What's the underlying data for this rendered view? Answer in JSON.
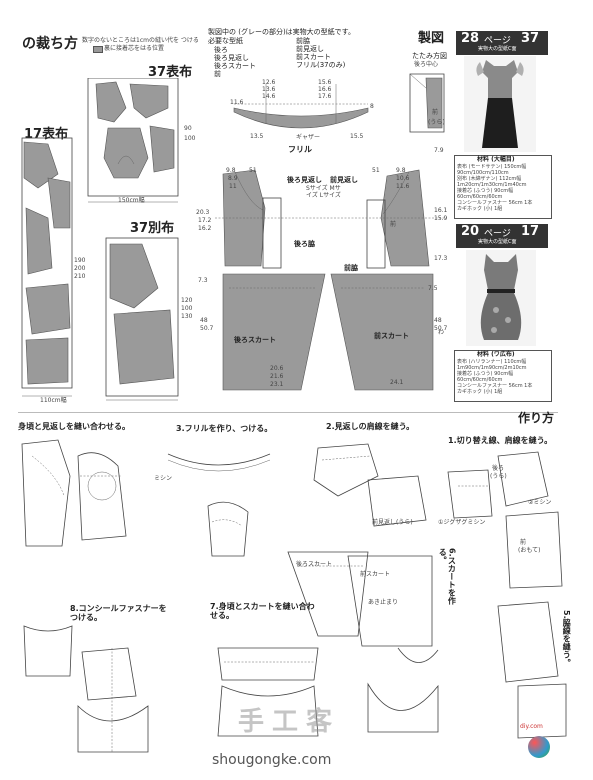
{
  "cutting": {
    "title": "の裁ち方",
    "note": "数字のないところは1cmの縫い代を つける",
    "note2": "裏に接着芯をはる位置",
    "l37omote": "37表布",
    "l17omote": "17表布",
    "l37betsu": "37別布",
    "w150": "150cm幅",
    "w110": "110cm幅",
    "dims_a": [
      "90",
      "100"
    ],
    "dims_b": [
      "190",
      "200",
      "210"
    ],
    "dims_c": [
      "120",
      "100",
      "130"
    ]
  },
  "pattern_header": {
    "note": "製図中の    (グレーの部分)は実物大の型紙です。",
    "parts_title": "必要な型紙",
    "parts_left": [
      "後ろ",
      "後ろ見返し",
      "後ろスカート",
      "前"
    ],
    "parts_right": [
      "前脇",
      "前見返し",
      "前スカート",
      "フリル(37のみ)"
    ],
    "frill": "フリル",
    "gathers": "ギャザー",
    "frill_dims": [
      "12.6",
      "13.6",
      "14.6",
      "15.6",
      "16.6",
      "17.6",
      "11.6",
      "8",
      "13.5",
      "15.5"
    ]
  },
  "bodice": {
    "back_facing": "後ろ見返し",
    "back_side": "後ろ脇",
    "front_facing": "前見返し",
    "front_side": "前脇",
    "back_skirt": "後ろスカート",
    "front_skirt": "前スカート",
    "sizes": "Sサイズ Mサイズ Lサイズ",
    "wa": "わ",
    "front_lbl": "前",
    "dims_left": [
      "9.8",
      "8.9",
      "11",
      "51",
      "20.3",
      "17.2",
      "16.2",
      "7.3",
      "48",
      "50.7"
    ],
    "dims_right": [
      "9.8",
      "10.6",
      "11.6",
      "51",
      "7.9",
      "16.1",
      "15.9",
      "17.3",
      "7.5",
      "48",
      "50.7"
    ],
    "hem": [
      "20.6",
      "21.6",
      "23.1",
      "24.1"
    ]
  },
  "seizu": {
    "title": "製図",
    "folding": "たたみ方図",
    "folding_note": "後ろ中心",
    "mae": "前",
    "ura": "(うら)"
  },
  "products": [
    {
      "page": "28",
      "page_suffix": "ページ",
      "num": "37",
      "pattern": "実物大の型紙C面",
      "materials_title": "材料 (大幅目)",
      "materials": [
        "表布 (モードサテン) 150cm幅",
        "90cm/100cm/110cm",
        "別布 (木綿ザナン) 112cm幅",
        "1m20cm/1m30cm/1m40cm",
        "接着芯 (ふつう) 90cm幅",
        "60cm/60cm/60cm",
        "コンシールファスナー 56cm 1本",
        "カギホック (小) 1組"
      ]
    },
    {
      "page": "20",
      "page_suffix": "ページ",
      "num": "17",
      "pattern": "実物大の型紙C面",
      "materials_title": "材料 (ワ広布)",
      "materials": [
        "表布 (ハリランナー) 110cm幅",
        "1m90cm/1m90cm/2m10cm",
        "接着芯 (ふつう) 90cm幅",
        "60cm/60cm/60cm",
        "コンシールファスナー 56cm 1本",
        "カギホック (小) 1組"
      ]
    }
  ],
  "steps": {
    "howto_title": "作り方",
    "s1": "1.切り替え線、肩線を縫う。",
    "s2": "2.見返しの肩線を縫う。",
    "s3": "3.フリルを作り、つける。",
    "s4": "身頃と見返しを縫い合わせる。",
    "s5": "5.脇線を縫う。",
    "s6": "6.スカートを作る。",
    "s7": "7.身頃とスカートを縫い合わせる。",
    "s8": "8.コンシールファスナーをつける。",
    "misc": [
      "後ろ",
      "(うら)",
      "前",
      "(おもて)",
      "②ミシン",
      "①ジグザグミシン",
      "前見返し(うら)",
      "後ろスカート",
      "前スカート",
      "ミシン",
      "あき止まり"
    ]
  },
  "watermark": {
    "brand": "手工客",
    "site": "shougongke.com",
    "stamp": "diy.com"
  }
}
